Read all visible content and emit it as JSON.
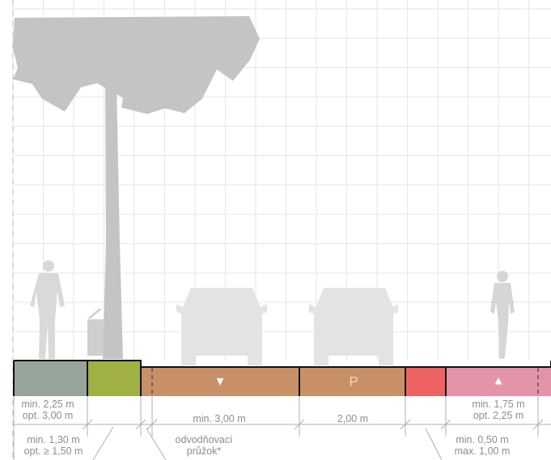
{
  "colors": {
    "grass": "#96a599",
    "green_strip": "#a0b043",
    "carriageway": "#c89066",
    "parking": "#c89066",
    "safety_strip": "#ef6262",
    "bike_lane": "#e394aa",
    "silhouette": "#d9d9d9",
    "tree": "#c4c4c4",
    "grid": "#e6e6e6"
  },
  "icons": {
    "carriageway": "down-triangle-icon",
    "parking": "parking-p-icon",
    "bike_lane": "up-triangle-icon"
  },
  "symbols": {
    "down": "▼",
    "parking": "P",
    "up": "▲"
  },
  "labels": {
    "sidewalk": [
      "min. 2,25 m",
      "opt. 3,00 m"
    ],
    "green_strip": [
      "min. 1,30 m",
      "opt. ≥ 1,50 m"
    ],
    "drainage": [
      "odvodňovací",
      "průžok*"
    ],
    "carriageway": "min. 3,00 m",
    "parking": "2,00 m",
    "bike_lane": [
      "min. 1,75 m",
      "opt. 2,25 m"
    ],
    "safety_strip": [
      "min. 0,50 m",
      "max. 1,00 m"
    ]
  }
}
